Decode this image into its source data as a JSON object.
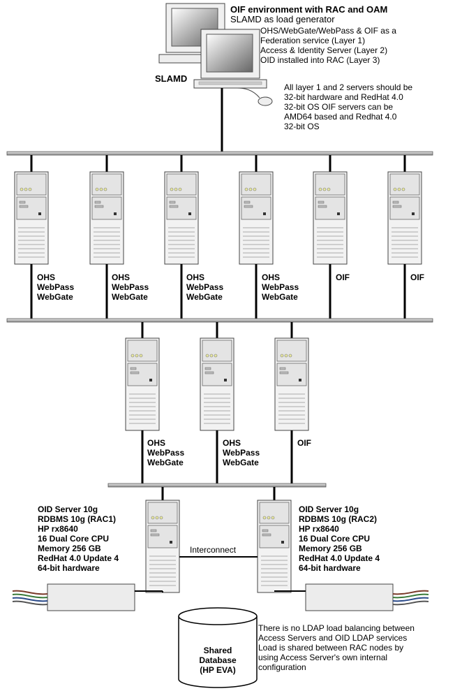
{
  "header": {
    "title": "OIF environment with RAC and OAM",
    "lines": [
      "SLAMD as load generator",
      "OHS/WebGate/WebPass & OIF as a",
      "Federation service (Layer 1)",
      "Access & Identity Server (Layer 2)",
      "OID installed into RAC (Layer 3)"
    ]
  },
  "slamd_label": "SLAMD",
  "note_hardware": [
    "All layer 1 and 2 servers should be",
    "32-bit hardware and RedHat 4.0",
    "32-bit OS OIF servers can be",
    "AMD64 based and Redhat 4.0",
    "32-bit OS"
  ],
  "layer1_servers": [
    {
      "lines": [
        "OHS",
        "WebPass",
        "WebGate"
      ]
    },
    {
      "lines": [
        "OHS",
        "WebPass",
        "WebGate"
      ]
    },
    {
      "lines": [
        "OHS",
        "WebPass",
        "WebGate"
      ]
    },
    {
      "lines": [
        "OHS",
        "WebPass",
        "WebGate"
      ]
    },
    {
      "lines": [
        "OIF"
      ]
    },
    {
      "lines": [
        "OIF"
      ]
    }
  ],
  "layer2_servers": [
    {
      "lines": [
        "OHS",
        "WebPass",
        "WebGate"
      ]
    },
    {
      "lines": [
        "OHS",
        "WebPass",
        "WebGate"
      ]
    },
    {
      "lines": [
        "OIF"
      ]
    }
  ],
  "rac_left": [
    "OID Server 10g",
    "RDBMS 10g (RAC1)",
    "HP rx8640",
    "16 Dual Core CPU",
    "Memory 256 GB",
    "RedHat 4.0 Update 4",
    "64-bit hardware"
  ],
  "rac_right": [
    "OID Server 10g",
    "RDBMS 10g (RAC2)",
    "HP rx8640",
    "16 Dual Core CPU",
    "Memory 256 GB",
    "RedHat 4.0 Update 4",
    "64-bit hardware"
  ],
  "interconnect_label": "Interconnect",
  "database": {
    "lines": [
      "Shared",
      "Database",
      "(HP EVA)"
    ]
  },
  "note_ldap": [
    "There is no LDAP load balancing between",
    "Access Servers and OID LDAP services",
    "Load is shared between RAC nodes by",
    "using Access Server's own internal",
    "configuration"
  ]
}
